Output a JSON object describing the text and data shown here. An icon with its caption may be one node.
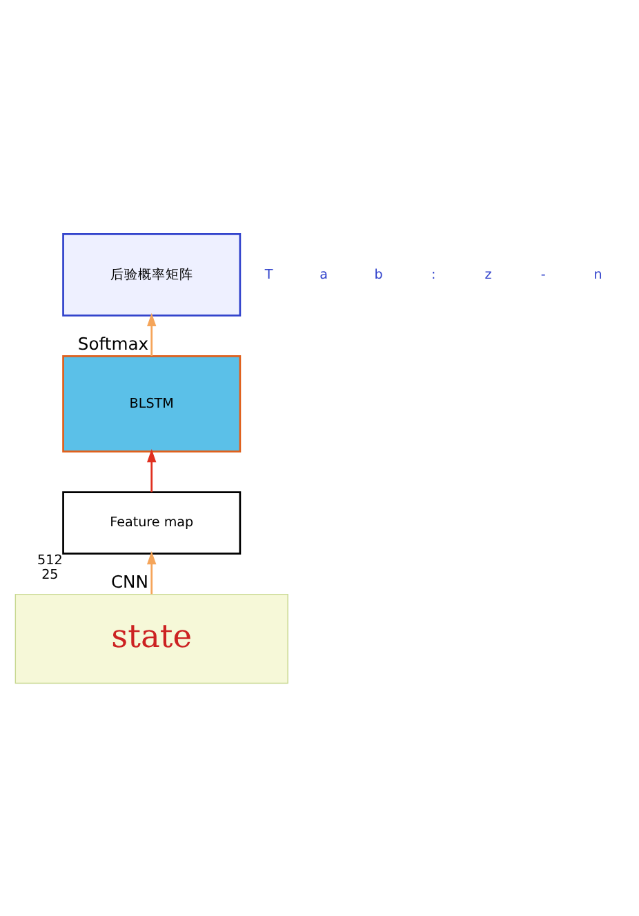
{
  "diagram": {
    "nodes": [
      {
        "text": [
          "后验概率矩阵"
        ]
      },
      {
        "text": [
          "BLSTM"
        ]
      },
      {
        "text": [
          "Feature map"
        ],
        "beside": [
          "512",
          "25"
        ]
      },
      {
        "text": [
          "state"
        ]
      }
    ],
    "edges": [
      {
        "from": 3,
        "to": 2,
        "arrow": "to",
        "label": "CNN",
        "color": "#f5a55a"
      },
      {
        "from": 2,
        "to": 1,
        "arrow": "to",
        "color": "#e03020"
      },
      {
        "from": 1,
        "to": 0,
        "arrow": "to",
        "label": "Softmax",
        "color": "#f5a55a"
      }
    ],
    "labels": [
      "T",
      "a",
      "b",
      ":",
      "z",
      "-",
      "n"
    ]
  }
}
